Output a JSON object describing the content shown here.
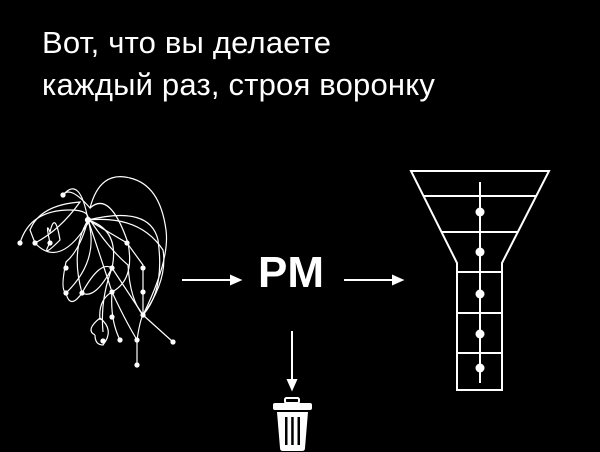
{
  "title": {
    "line1": "Вот, что вы делаете",
    "line2": "каждый раз, строя воронку"
  },
  "center_label": "PM",
  "icons": [
    "tangled-process-graph",
    "arrow-right",
    "arrow-down",
    "trash-icon",
    "funnel-icon"
  ],
  "colors": {
    "background": "#000000",
    "foreground": "#ffffff"
  }
}
